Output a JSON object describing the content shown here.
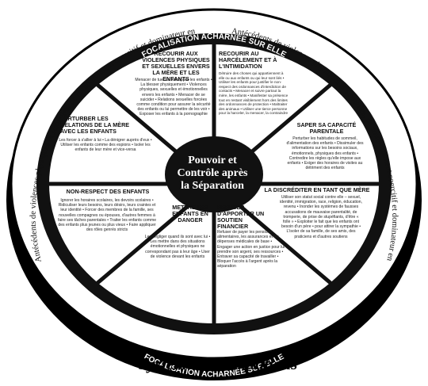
{
  "outer_ring": {
    "left": "Antécédents de violences physiques et sexuelles, de comportement coercitif et dominateur envers la mère et les enfants",
    "right": "Antécédents de violences physiques et sexuelles, de comportement coercitif et dominateur envers la mère et les enfants"
  },
  "focus_ring": {
    "top": "FOCALISATION ACHARNÉE SUR ELLE",
    "bottom": "FOCALISATION ACHARNÉE SUR ELLE"
  },
  "center": {
    "line1": "Pouvoir et",
    "line2": "Contrôle après",
    "line3": "la Séparation"
  },
  "segments": {
    "violences": {
      "title": "RECOURIR AUX VIOLENCES PHYSIQUES ET SEXUELLES ENVERS LA MÈRE ET LES ENFANTS",
      "body": "Menacer de tuer ou kidnapper les enfants • La blesser physiquement • Violences physiques, sexuelles et émotionnelles envers les enfants • Menacer de se suicider • Relations sexuelles forcées comme condition pour assurer la sécurité des enfants ou lui permettre de les voir • Exposer les enfants à la pornographie"
    },
    "harcelement": {
      "title": "RECOURIR AU HARCÈLEMENT ET À L'INTIMIDATION",
      "body": "Détruire des choses qui appartiennent à elle ou aux enfants ou qui leur sont liés • Utiliser les enfants pour justifier le non-respect des ordonnances d'interdiction de contacts • Menacer et suivre partout la mère, les enfants • Manifester sa présence tout en restant visiblement hors des limites des ordonnances de protection • Maltraiter des animaux • Utiliser une tierce personne pour la harceler, la menacer, la contraindre"
    },
    "capacite": {
      "title": "SAPER SA CAPACITÉ PARENTALE",
      "body": "Perturber les habitudes de sommeil, d'alimentation des enfants • Dissimuler des informations sur les besoins sociaux, émotionnels, physiques des enfants • Contredire les règles qu'elle impose aux enfants • Exiger des horaires de visites au détriment des enfants"
    },
    "discrediter": {
      "title": "LA DISCRÉDITER EN TANT QUE MÈRE",
      "body": "Utiliser son statut social contre elle – sexuel, identité, immigration, race, religion, éducation, revenu • Inonder les systèmes de fausses accusations de mauvaise parentalité, de tromperie, de prise de stupéfiants, d'être « folle » • Exploiter le fait que les enfants ont besoin d'un père • pour attirer la sympathie • L'isoler de sa famille, de ses amis, des praticiens et d'autres soutiens"
    },
    "soutien": {
      "title": "REFUSER D'APPORTER UN SOUTIEN FINANCIER",
      "body": "Refuser de payer les pensions alimentaires, les assurances et les dépenses médicales de base • Engager une action en justice pour lui prendre son argent, ses ressources • Entraver sa capacité de travailler • Bloquer l'accès à l'argent après la séparation"
    },
    "danger": {
      "title": "METTRE LES ENFANTS EN DANGER",
      "body": "Les négliger quand ils sont avec lui • Les mettre dans des situations émotionnelles et physiques ne correspondant pas à leur âge • User de violence devant les enfants"
    },
    "nonrespect": {
      "title": "NON-RESPECT DES ENFANTS",
      "body": "Ignorer les horaires scolaires, les devoirs scolaires • Ridiculiser leurs besoins, leurs désirs, leurs craintes et leur identité • Forcer des membres de la famille, ses nouvelles compagnes ou épouses, d'autres femmes à faire ses tâches parentales • Traiter les enfants comme des enfants plus jeunes ou plus vieux • Faire appliquer des rôles genrés stricts"
    },
    "relations": {
      "title": "PERTURBER LES RELATIONS DE LA MÈRE AVEC LES ENFANTS",
      "body": "Les forcer à s'allier à lui • La dénigrer auprès d'eux • Utiliser les enfants comme des espions • Isoler les enfants de leur mère et vice-versa"
    }
  },
  "footer": {
    "label": "Systèmes et institutions"
  },
  "colors": {
    "ink": "#000000",
    "paper": "#ffffff",
    "ring": "#1a1a1a"
  }
}
